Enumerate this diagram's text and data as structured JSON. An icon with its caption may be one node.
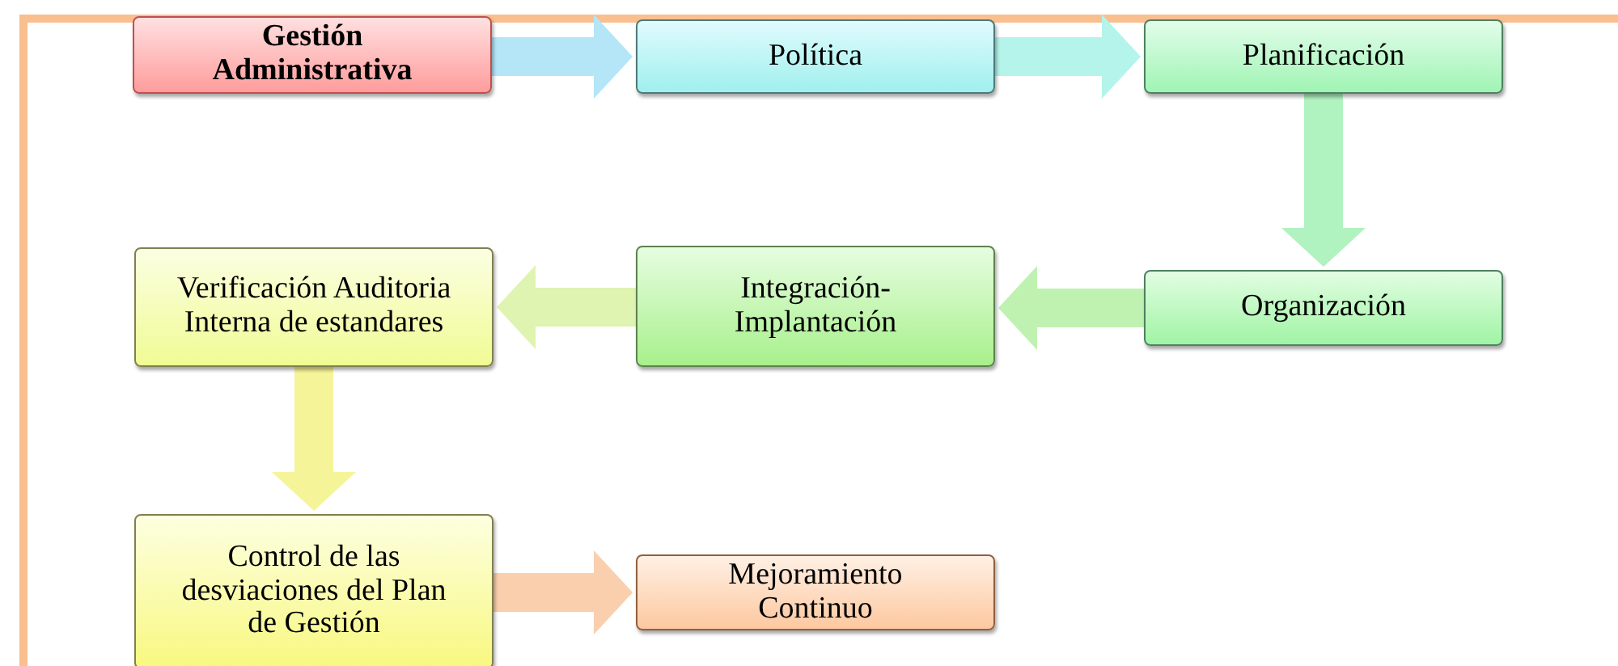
{
  "diagram": {
    "nodes": [
      {
        "text": [
          "Gestión Administrativa"
        ]
      },
      {
        "text": [
          "Política"
        ]
      },
      {
        "text": [
          "Planificación"
        ]
      },
      {
        "text": [
          "Organización"
        ]
      },
      {
        "text": [
          "Integración- Implantación"
        ]
      },
      {
        "text": [
          "Verificación Auditoria Interna de estandares"
        ]
      },
      {
        "text": [
          "Control de las desviaciones del Plan de Gestión"
        ]
      },
      {
        "text": [
          "Mejoramiento Continuo"
        ]
      }
    ],
    "edges": [
      {
        "from": 0,
        "to": 1,
        "arrow": "to",
        "color": "#b4e6f8"
      },
      {
        "from": 1,
        "to": 2,
        "arrow": "to",
        "color": "#b4f4ea"
      },
      {
        "from": 2,
        "to": 3,
        "arrow": "to",
        "color": "#b0f2c0"
      },
      {
        "from": 3,
        "to": 4,
        "arrow": "to",
        "color": "#bff2b0"
      },
      {
        "from": 4,
        "to": 5,
        "arrow": "to",
        "color": "#def4b0"
      },
      {
        "from": 5,
        "to": 6,
        "arrow": "to",
        "color": "#f6f498"
      },
      {
        "from": 6,
        "to": 7,
        "arrow": "to",
        "color": "#f9cfae"
      }
    ]
  }
}
